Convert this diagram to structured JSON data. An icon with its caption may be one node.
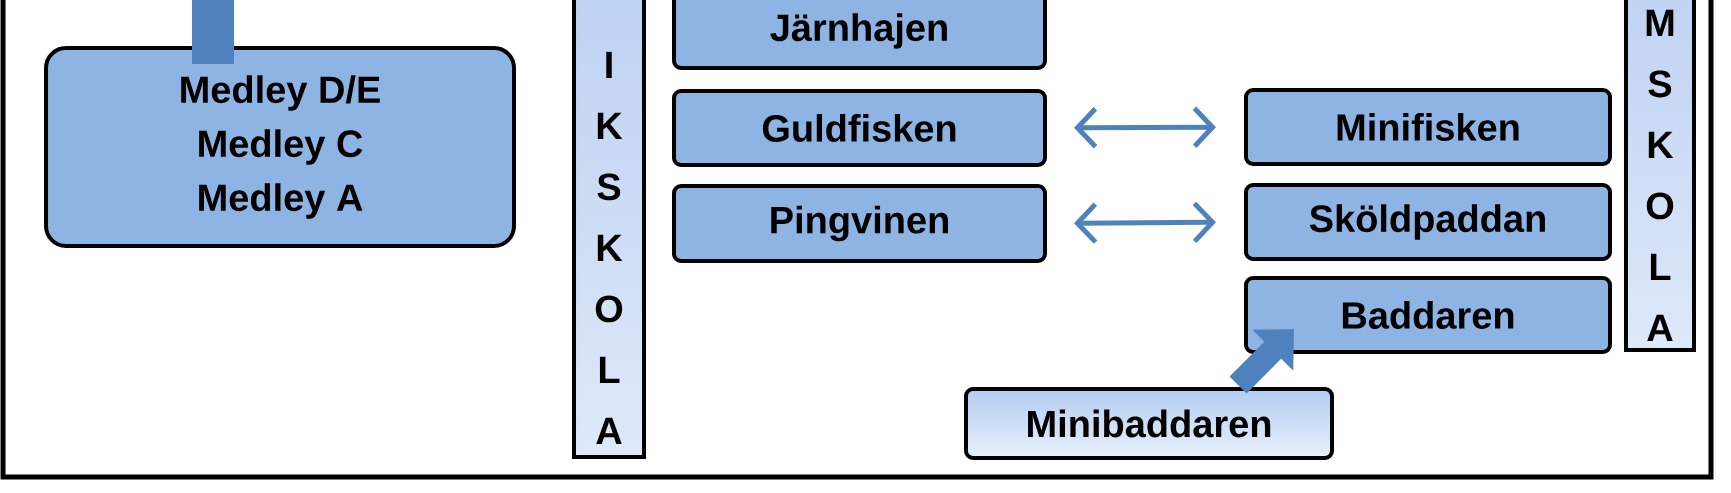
{
  "diagram": {
    "nodes": [
      {
        "text": [
          "Medley D/E",
          "Medley C",
          "Medley A"
        ]
      },
      {
        "text": [
          "IKSKOLA"
        ]
      },
      {
        "text": [
          "Järnhajen"
        ]
      },
      {
        "text": [
          "Guldfisken"
        ]
      },
      {
        "text": [
          "Pingvinen"
        ]
      },
      {
        "text": [
          "Minibaddaren"
        ]
      },
      {
        "text": [
          "Minifisken"
        ]
      },
      {
        "text": [
          "Sköldpaddan"
        ]
      },
      {
        "text": [
          "Baddaren"
        ]
      },
      {
        "text": [
          "MSKOLA"
        ]
      }
    ],
    "edges": [
      {
        "from": null,
        "to": 0,
        "arrow": "none",
        "style": "thick"
      },
      {
        "from": 3,
        "to": 6,
        "arrow": "both"
      },
      {
        "from": 4,
        "to": 7,
        "arrow": "both"
      },
      {
        "from": 5,
        "to": 8,
        "arrow": "to",
        "style": "thick"
      }
    ]
  }
}
